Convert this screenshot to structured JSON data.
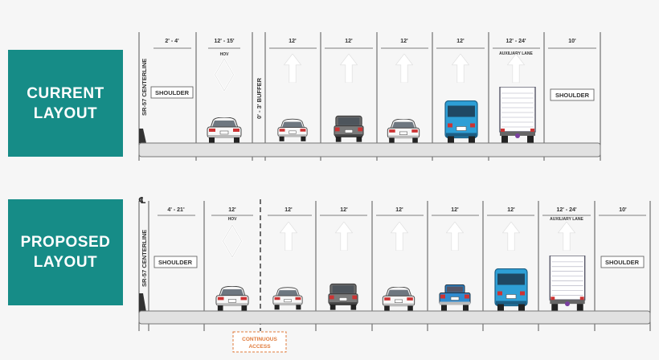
{
  "current": {
    "title_line1": "CURRENT",
    "title_line2": "LAYOUT",
    "centerline": "SR-57 CENTERLINE",
    "buffer": "0' - 3' BUFFER",
    "lanes": [
      {
        "width": "2' - 4'",
        "sub": "",
        "type": "shoulder-inner"
      },
      {
        "width": "12' - 15'",
        "sub": "HOV",
        "type": "hov"
      },
      {
        "width": "12'",
        "sub": "",
        "type": "lane"
      },
      {
        "width": "12'",
        "sub": "",
        "type": "lane"
      },
      {
        "width": "12'",
        "sub": "",
        "type": "lane"
      },
      {
        "width": "12'",
        "sub": "",
        "type": "lane"
      },
      {
        "width": "12' - 24'",
        "sub": "AUXILIARY LANE",
        "type": "lane"
      },
      {
        "width": "10'",
        "sub": "",
        "type": "shoulder-outer"
      }
    ],
    "shoulder_label": "SHOULDER"
  },
  "proposed": {
    "title_line1": "PROPOSED",
    "title_line2": "LAYOUT",
    "centerline": "SR-57 CENTERLINE",
    "centerline_symbol": "℄",
    "lanes": [
      {
        "width": "4' - 21'",
        "sub": "",
        "type": "shoulder-inner"
      },
      {
        "width": "12'",
        "sub": "HOV",
        "type": "hov"
      },
      {
        "width": "12'",
        "sub": "",
        "type": "lane"
      },
      {
        "width": "12'",
        "sub": "",
        "type": "lane"
      },
      {
        "width": "12'",
        "sub": "",
        "type": "lane"
      },
      {
        "width": "12'",
        "sub": "",
        "type": "lane"
      },
      {
        "width": "12'",
        "sub": "",
        "type": "lane"
      },
      {
        "width": "12' - 24'",
        "sub": "AUXILIARY LANE",
        "type": "lane"
      },
      {
        "width": "10'",
        "sub": "",
        "type": "shoulder-outer"
      }
    ],
    "shoulder_label": "SHOULDER",
    "access_line1": "CONTINUOUS",
    "access_line2": "ACCESS"
  },
  "colors": {
    "teal": "#168c87",
    "bus": "#2e9fd6",
    "access": "#e07a3a"
  }
}
